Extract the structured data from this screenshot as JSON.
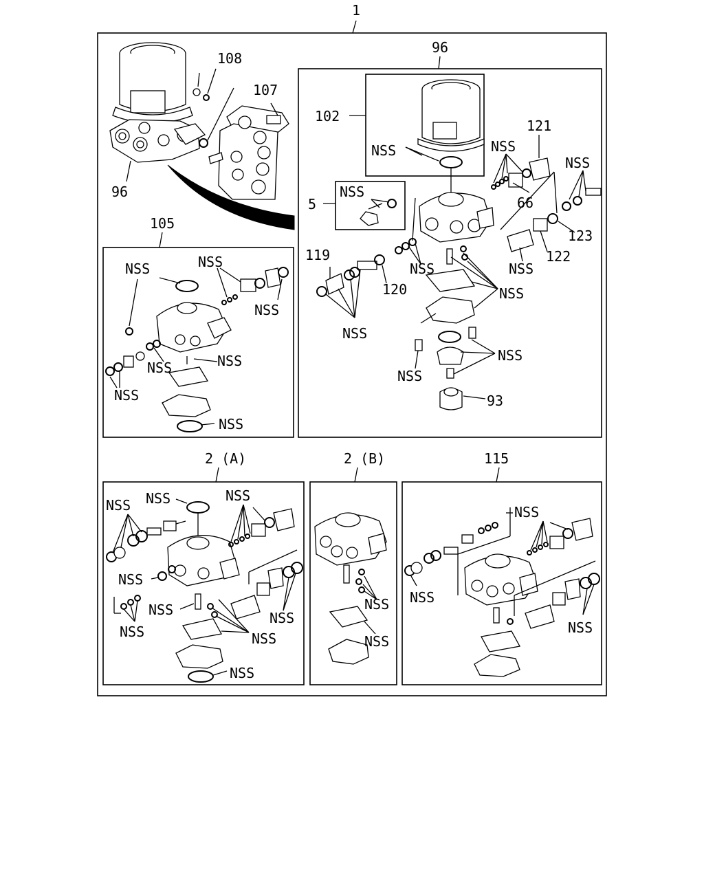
{
  "labels": {
    "main": "1",
    "filter_dryer": "96",
    "filter_dryer_detail": "96",
    "p108": "108",
    "p107": "107",
    "p102": "102",
    "p5": "5",
    "p121": "121",
    "p66": "66",
    "p123": "123",
    "p122": "122",
    "p119": "119",
    "p120": "120",
    "p93": "93",
    "p105": "105",
    "p2a": "2 (A)",
    "p2b": "2 (B)",
    "p115": "115",
    "nss": "NSS"
  }
}
